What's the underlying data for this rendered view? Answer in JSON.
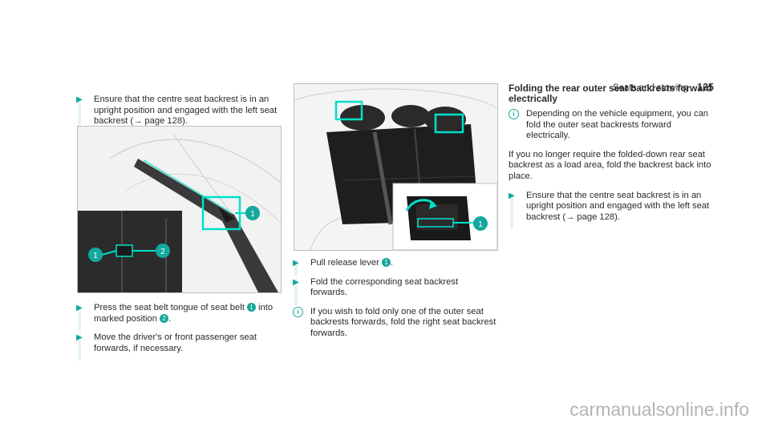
{
  "header": {
    "section": "Seats and stowing",
    "page_number": "125"
  },
  "left": {
    "step1": "Ensure that the centre seat backrest is in an upright position and engaged with the left seat backrest (→ page 128).",
    "step2": {
      "before": "Press the seat belt tongue of seat belt ",
      "badge1": "1",
      "mid": " into marked position ",
      "badge2": "2",
      "after": "."
    },
    "step3": "Move the driver's or front passenger seat forwards, if necessary.",
    "figure_labels": {
      "a": "1",
      "b": "1",
      "c": "2"
    }
  },
  "middle": {
    "step1": {
      "before": "Pull release lever ",
      "badge": "1",
      "after": "."
    },
    "step2": "Fold the corresponding seat backrest forwards.",
    "note": "If you wish to fold only one of the outer seat backrests forwards, fold the right seat backrest forwards.",
    "figure_labels": {
      "a": "1"
    }
  },
  "right": {
    "heading": "Folding the rear outer seat backrests forward electrically",
    "note": "Depending on the vehicle equipment, you can fold the outer seat backrests forward electrically.",
    "para": "If you no longer require the folded-down rear seat backrest as a load area, fold the backrest back into place.",
    "step1": "Ensure that the centre seat backrest is in an upright position and engaged with the left seat backrest (→ page 128)."
  },
  "icons": {
    "step": "arrow-right-icon",
    "note": "info-icon"
  },
  "colors": {
    "accent": "#14a89c",
    "highlight": "#00e0c8",
    "step_bar": "#e6f4f1"
  },
  "watermark": "carmanualsonline.info"
}
